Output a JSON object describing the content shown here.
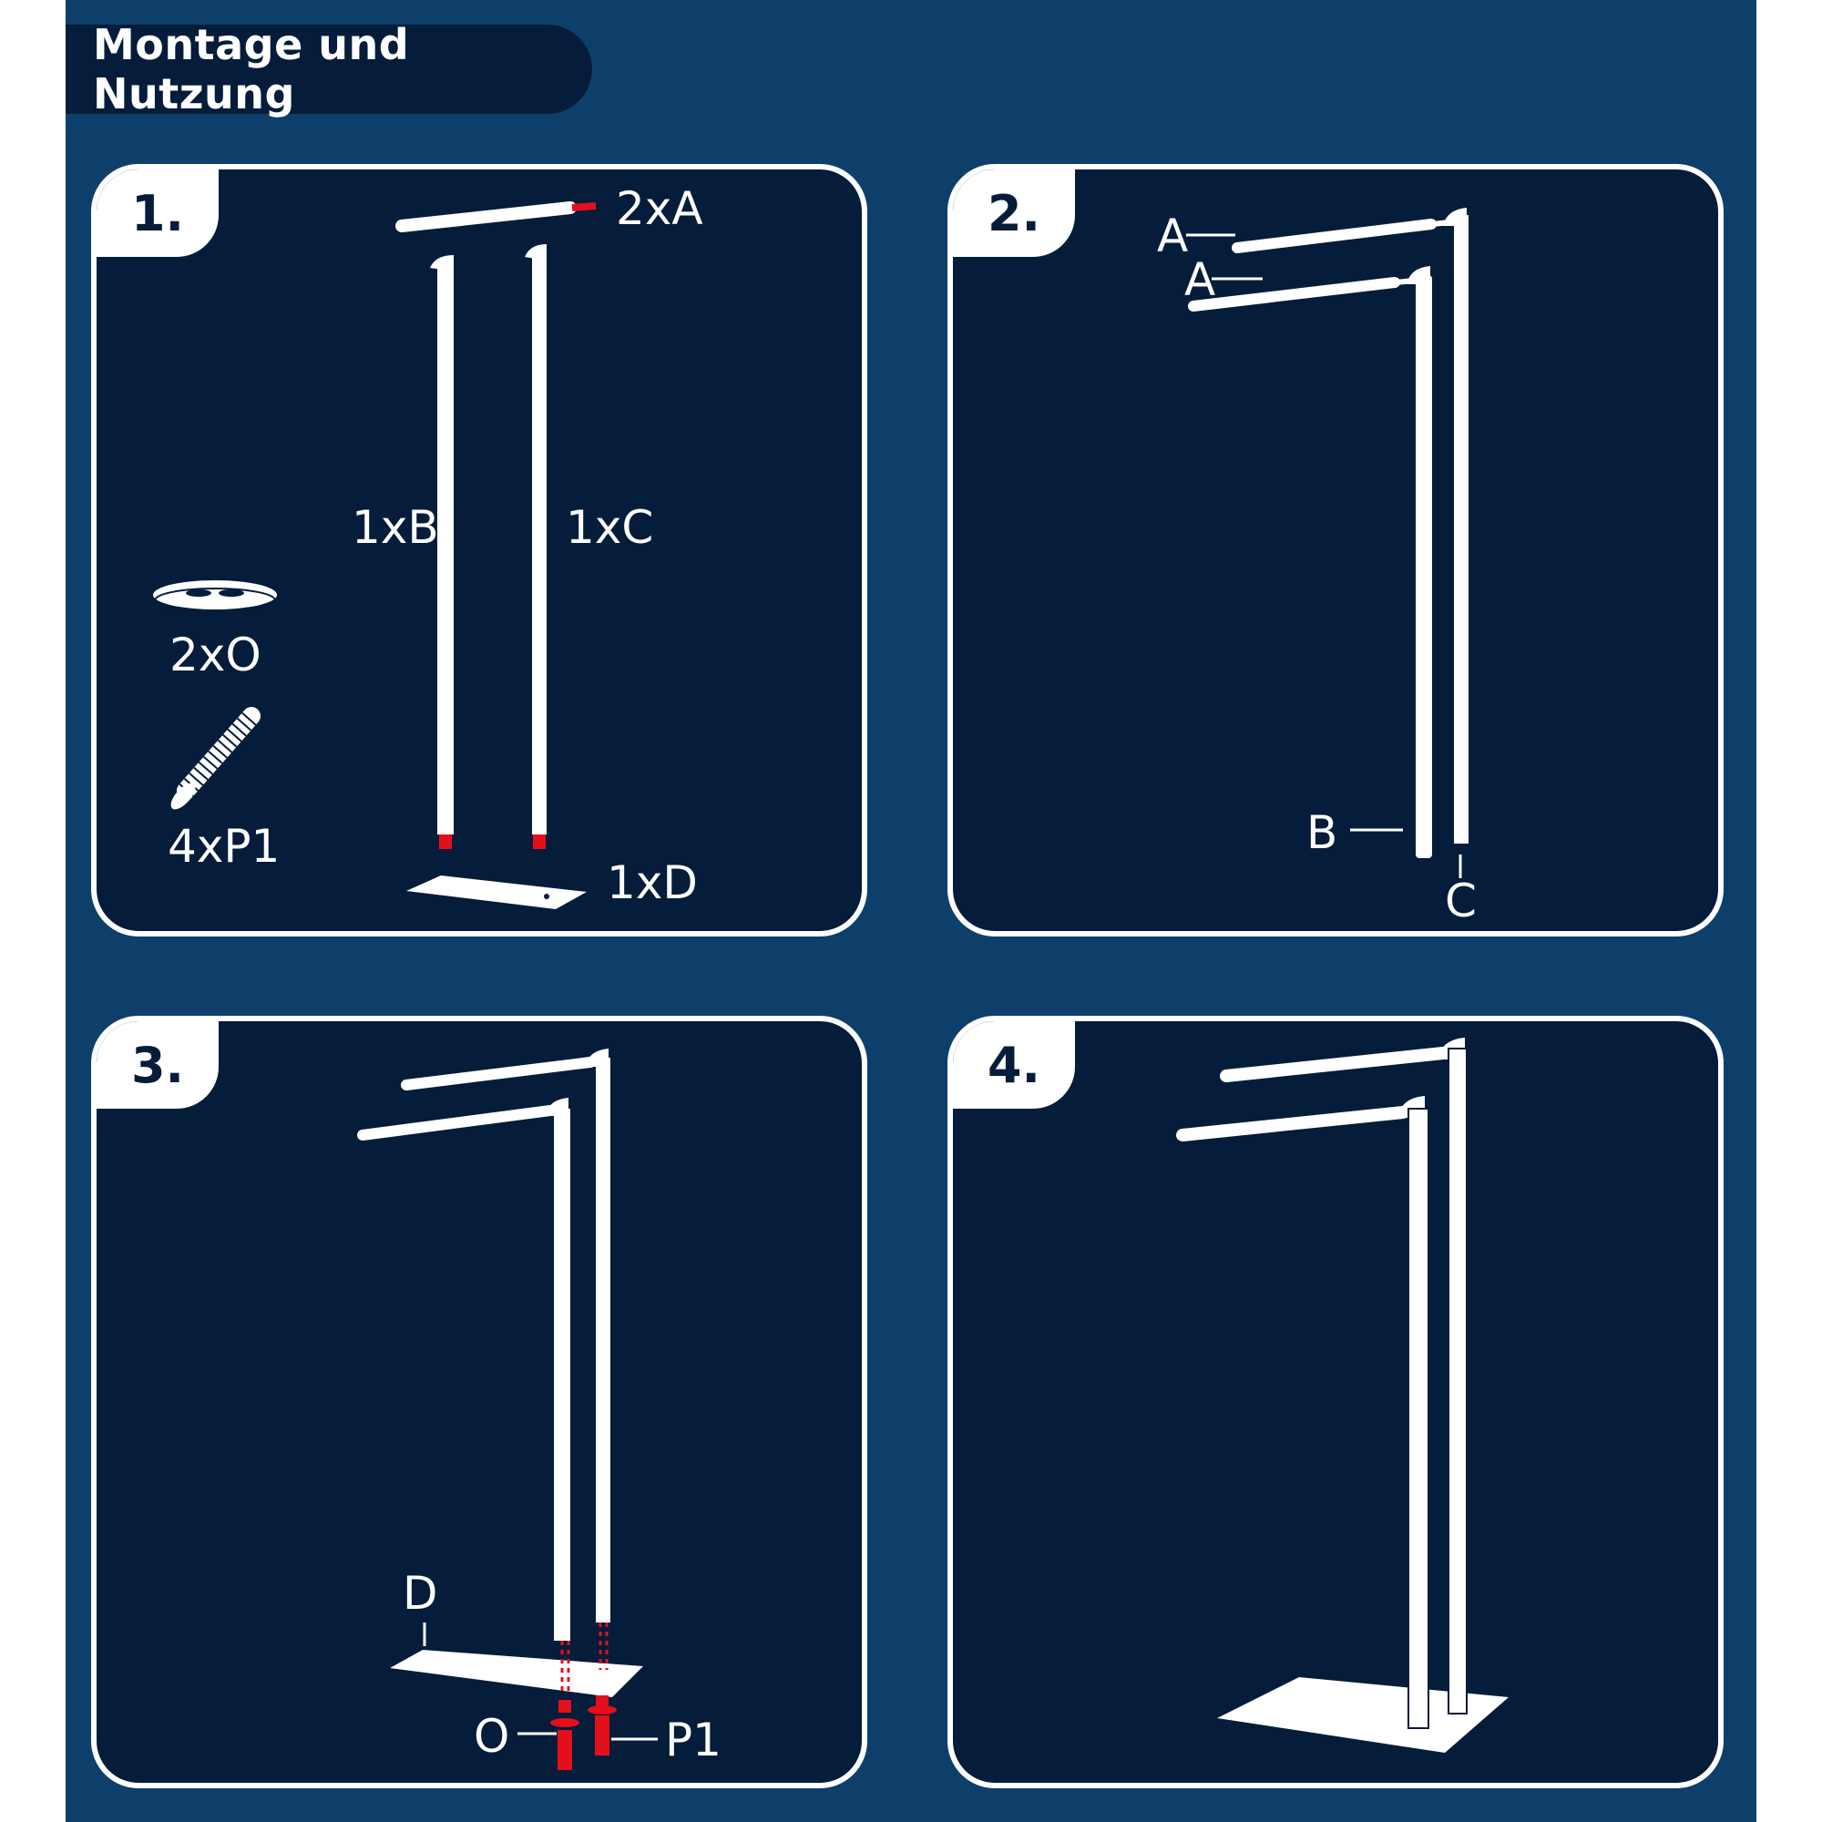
{
  "title": "Montage und Nutzung",
  "colors": {
    "background": "#0e3f6a",
    "panel": "#051c3a",
    "line": "#ffffff",
    "highlight": "#e3101b"
  },
  "steps": [
    {
      "number": "1.",
      "labels": {
        "A": "2xA",
        "B": "1xB",
        "C": "1xC",
        "O": "2xO",
        "P1": "4xP1",
        "D": "1xD"
      }
    },
    {
      "number": "2.",
      "labels": {
        "A1": "A",
        "A2": "A",
        "B": "B",
        "C": "C"
      }
    },
    {
      "number": "3.",
      "labels": {
        "D": "D",
        "O": "O",
        "P1": "P1"
      }
    },
    {
      "number": "4."
    }
  ]
}
